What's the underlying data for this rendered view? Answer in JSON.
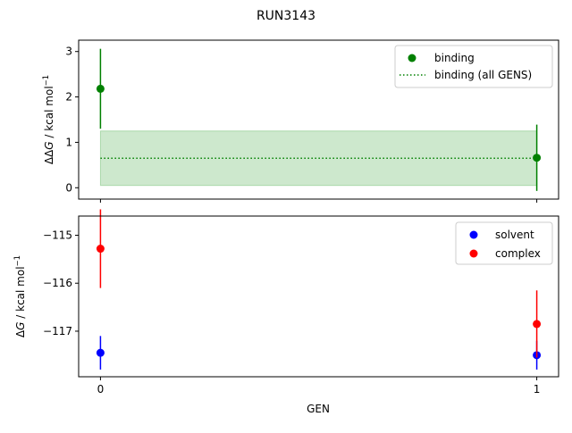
{
  "figure": {
    "title": "RUN3143"
  },
  "chart_data": [
    {
      "type": "scatter",
      "title": "RUN3143",
      "xlabel": "",
      "ylabel": "ΔΔG / kcal mol⁻¹",
      "ylabel_main": "ΔΔ",
      "ylabel_var": "G",
      "ylabel_unit": " / kcal mol",
      "ylabel_sup": "−1",
      "xlim": [
        -0.05,
        1.05
      ],
      "ylim": [
        -0.25,
        3.25
      ],
      "yticks": [
        0,
        1,
        2,
        3
      ],
      "ytick_labels": [
        "0",
        "1",
        "2",
        "3"
      ],
      "xticks": [
        0,
        1
      ],
      "xtick_labels": [
        "",
        ""
      ],
      "legend_placement": "top-right",
      "colors": {
        "binding": "#008000",
        "band": "#2ca02c"
      },
      "series": [
        {
          "name": "binding",
          "style": "points-with-errorbars",
          "color": "#008000",
          "x": [
            0,
            1
          ],
          "y": [
            2.18,
            0.66
          ],
          "err": [
            0.88,
            0.73
          ]
        },
        {
          "name": "binding (all GENS)",
          "style": "dotted-line-with-band",
          "color": "#008000",
          "x": [
            0,
            1
          ],
          "y": 0.65,
          "band": [
            0.05,
            1.25
          ]
        }
      ]
    },
    {
      "type": "scatter",
      "xlabel": "GEN",
      "ylabel": "ΔG / kcal mol⁻¹",
      "ylabel_main": "Δ",
      "ylabel_var": "G",
      "ylabel_unit": " / kcal mol",
      "ylabel_sup": "−1",
      "xlim": [
        -0.05,
        1.05
      ],
      "ylim": [
        -117.95,
        -114.6
      ],
      "yticks": [
        -117,
        -116,
        -115
      ],
      "ytick_labels": [
        "−117",
        "−116",
        "−115"
      ],
      "xticks": [
        0,
        1
      ],
      "xtick_labels": [
        "0",
        "1"
      ],
      "legend_placement": "top-right",
      "series": [
        {
          "name": "solvent",
          "color": "#0000ff",
          "x": [
            0,
            1
          ],
          "y": [
            -117.45,
            -117.5
          ],
          "err": [
            0.35,
            0.3
          ]
        },
        {
          "name": "complex",
          "color": "#ff0000",
          "x": [
            0,
            1
          ],
          "y": [
            -115.28,
            -116.85
          ],
          "err": [
            0.82,
            0.7
          ]
        }
      ]
    }
  ]
}
